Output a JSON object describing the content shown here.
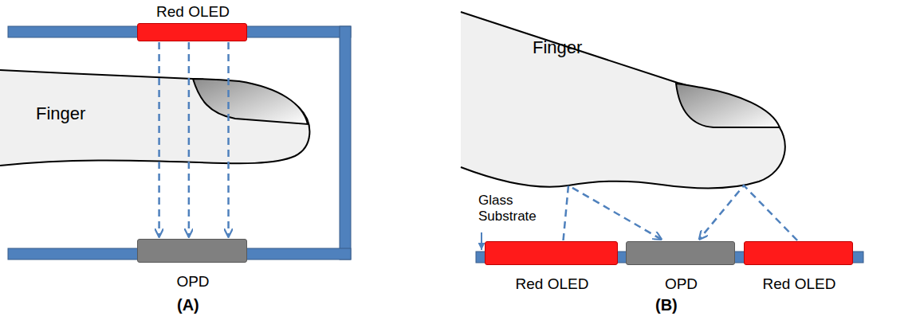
{
  "diagram": {
    "nodes": [
      {
        "text": [
          "Red OLED"
        ]
      },
      {
        "text": [
          "Finger"
        ]
      },
      {
        "text": [
          "OPD"
        ]
      },
      {
        "text": [
          "Finger"
        ]
      },
      {
        "text": [
          "Red OLED"
        ]
      },
      {
        "text": [
          "OPD"
        ]
      },
      {
        "text": [
          "Red OLED"
        ]
      }
    ],
    "edges": [
      {
        "from": 0,
        "to": 2,
        "arrow": "to"
      },
      {
        "from": 0,
        "to": 2,
        "arrow": "to"
      },
      {
        "from": 0,
        "to": 2,
        "arrow": "to"
      },
      {
        "from": 4,
        "to": 5,
        "arrow": "to"
      },
      {
        "from": 6,
        "to": 5,
        "arrow": "to"
      }
    ],
    "labels": [
      "(A)",
      "Glass Substrate",
      "(B)"
    ]
  }
}
